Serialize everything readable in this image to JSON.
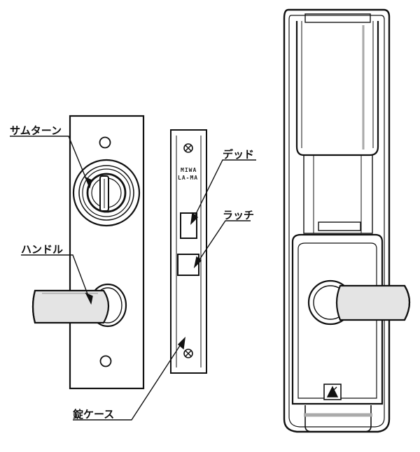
{
  "labels": {
    "thumbturn": "サムターン",
    "handle": "ハンドル",
    "deadbolt": "デッド",
    "latch": "ラッチ",
    "lock_case": "錠ケース"
  },
  "faceplate_stamp": {
    "line1": "MIWA",
    "line2": "LA-MA"
  },
  "colors": {
    "ink": "#111111",
    "paper": "#ffffff",
    "shade": "#d9d9d9",
    "handle_fill": "#e4e4e4"
  }
}
